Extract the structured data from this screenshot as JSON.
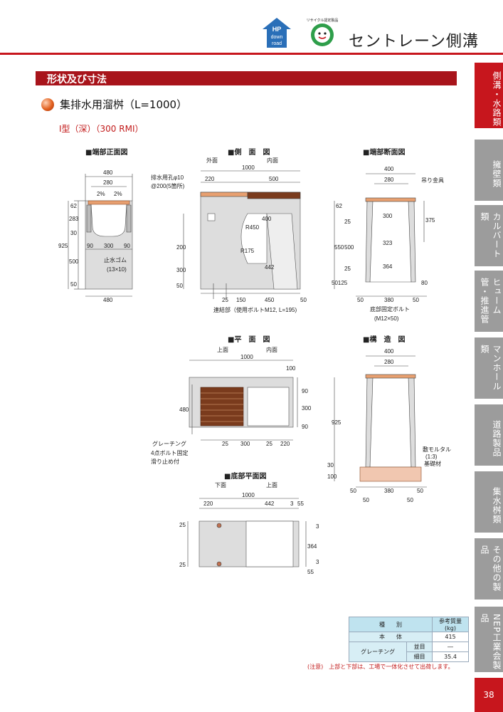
{
  "header": {
    "hp_logo_lines": [
      "HP",
      "down",
      "road"
    ],
    "recycle_caption": "リサイクル認定製品",
    "title": "セントレーン側溝"
  },
  "section_title": "形状及び寸法",
  "subhead": "集排水用溜桝（L=1000）",
  "type_line": "Ⅰ型（深）（300 RMⅠ）",
  "views": {
    "front": "■端部正面図",
    "side": "■側　面　図",
    "end_section": "■端部断面図",
    "plan": "■平　面　図",
    "structure": "■構　造　図",
    "bottom": "■底部平面図"
  },
  "front_dims": [
    "480",
    "280",
    "2%",
    "2%",
    "62",
    "283",
    "30",
    "500",
    "50",
    "925",
    "90",
    "300",
    "90",
    "止水ゴム",
    "(13×10)",
    "480"
  ],
  "side_dims": {
    "outer": "外面",
    "inner": "内面",
    "total": "1000",
    "hole": "排水用孔φ10",
    "hole_pitch": "@200(5箇所)",
    "d220": "220",
    "d500": "500",
    "d400": "400",
    "r450": "R450",
    "r175": "R175",
    "d442": "442",
    "v200": "200",
    "v300": "300",
    "v50": "50",
    "b25": "25",
    "b150": "150",
    "b450": "450",
    "b50": "50",
    "joint": "連結部（使用ボルトM12, L=195)"
  },
  "section_dims": {
    "d400": "400",
    "d280": "280",
    "hanger": "吊り金具",
    "v62": "62",
    "v375": "375",
    "d300": "300",
    "d323": "323",
    "d364": "364",
    "v25a": "25",
    "v550": "550",
    "v500": "500",
    "v25b": "25",
    "v50_125": "50125",
    "v80": "80",
    "b50a": "50",
    "b380": "380",
    "b50b": "50",
    "bolt": "底部固定ボルト",
    "bolt_size": "(M12×50)"
  },
  "plan_dims": {
    "top": "上面",
    "inner": "内面",
    "total": "1000",
    "d100": "100",
    "v480": "480",
    "v90a": "90",
    "v300": "300",
    "v90b": "90",
    "grating": "グレーチング",
    "grating_note1": "4点ボルト固定",
    "grating_note2": "滑り止め付",
    "b25a": "25",
    "b300": "300",
    "b25b": "25",
    "b220": "220"
  },
  "structure_dims": {
    "d400": "400",
    "d280": "280",
    "v925": "925",
    "mortar": "敷モルタル",
    "ratio": "(1:3)",
    "base": "基礎材",
    "v30": "30",
    "v100": "100",
    "b50a": "50",
    "b380": "380",
    "b50b": "50",
    "b50c": "50",
    "b50d": "50"
  },
  "bottom_dims": {
    "lower": "下面",
    "upper": "上面",
    "total": "1000",
    "d220": "220",
    "d442": "442",
    "d3": "3",
    "d55a": "55",
    "v25a": "25",
    "v364": "364",
    "v3a": "3",
    "v3b": "3",
    "v25b": "25",
    "v55b": "55"
  },
  "weight_table": {
    "headers": [
      "種　　別",
      "参考質量(kg)"
    ],
    "rows": [
      {
        "name": "本　　体",
        "sub": "",
        "value": "415"
      },
      {
        "name": "グレーチング",
        "sub": "並目",
        "value": "―"
      },
      {
        "name": "",
        "sub": "細目",
        "value": "35.4"
      }
    ]
  },
  "note": "(注意)　上部と下部は、工場で一体化させて出荷します。",
  "side_tabs": [
    "側溝・水路類",
    "擁壁類",
    "カルバート類",
    "ヒューム管・推進管",
    "マンホール類",
    "道路製品",
    "集水桝類",
    "その他の製品",
    "NEP工業会製品"
  ],
  "page_number": "38",
  "colors": {
    "brand_red": "#c7161d",
    "band_red": "#a8141b",
    "tab_gray": "#9c9c9c",
    "concrete": "#ddd",
    "grating_brown": "#7a3b1d"
  }
}
